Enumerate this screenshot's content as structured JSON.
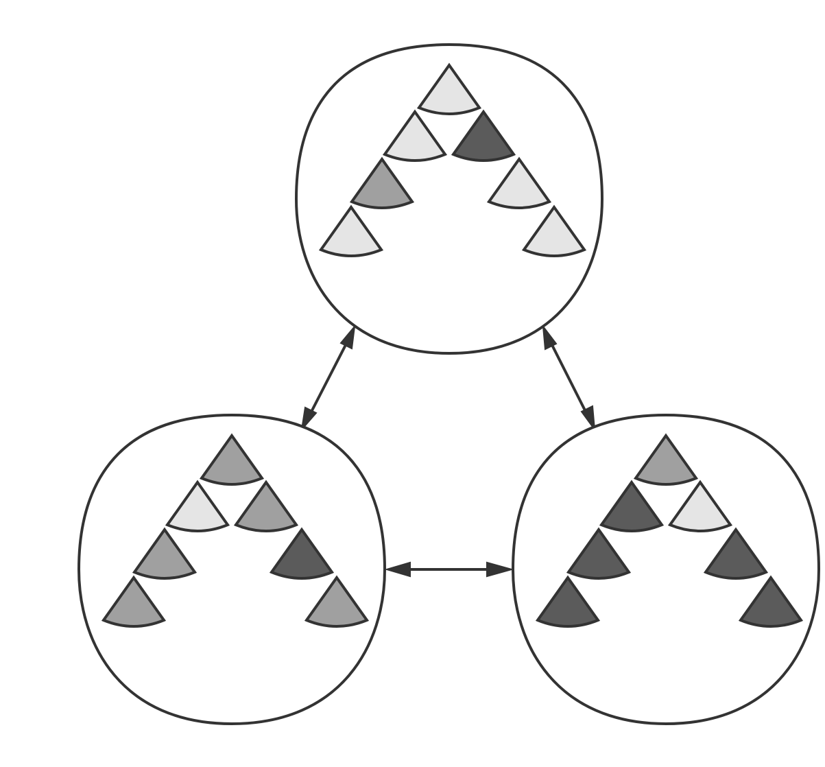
{
  "shade_colors": {
    "light": "#e5e5e5",
    "medium": "#a0a0a0",
    "dark": "#5b5b5b"
  },
  "line_color": "#333333",
  "nodes": [
    {
      "id": "top",
      "icon": "triangle-tree",
      "shades": [
        "light",
        "light",
        "dark",
        "medium",
        "light",
        "light",
        "light"
      ]
    },
    {
      "id": "bottom-left",
      "icon": "triangle-tree",
      "shades": [
        "medium",
        "light",
        "medium",
        "medium",
        "dark",
        "medium",
        "medium"
      ]
    },
    {
      "id": "bottom-right",
      "icon": "triangle-tree",
      "shades": [
        "medium",
        "dark",
        "light",
        "dark",
        "dark",
        "dark",
        "dark"
      ]
    }
  ],
  "connections": [
    {
      "from": "top",
      "to": "bottom-left",
      "bidirectional": true
    },
    {
      "from": "top",
      "to": "bottom-right",
      "bidirectional": true
    },
    {
      "from": "bottom-left",
      "to": "bottom-right",
      "bidirectional": true
    }
  ]
}
